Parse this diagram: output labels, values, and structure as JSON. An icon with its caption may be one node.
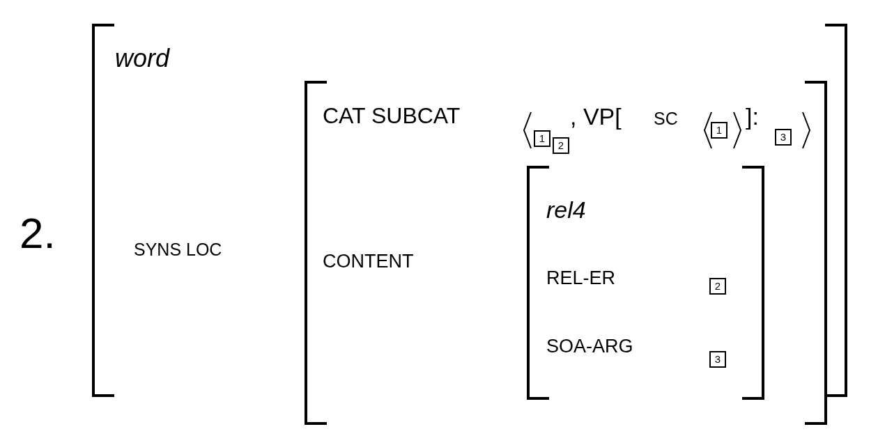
{
  "diagram": {
    "labels": [
      "2.",
      "word",
      "SYNS LOC",
      "CAT SUBCAT",
      "1",
      "2",
      ", VP[",
      "SC",
      "1",
      "]:",
      "3",
      "CONTENT",
      "rel4",
      "REL-ER",
      "2",
      "SOA-ARG",
      "3"
    ]
  }
}
